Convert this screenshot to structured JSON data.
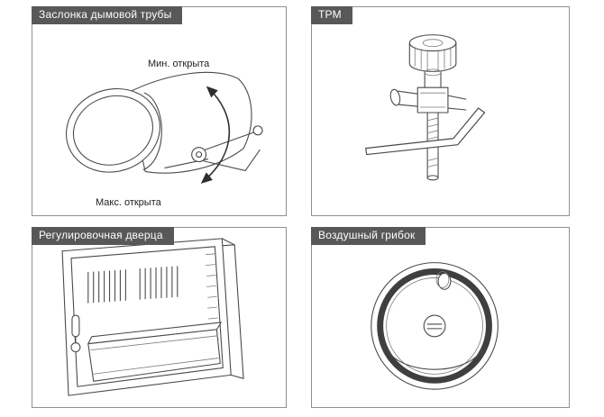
{
  "page": {
    "background": "#ffffff"
  },
  "panels": [
    {
      "id": "damper",
      "title": "Заслонка дымовой трубы",
      "annotations": {
        "min_open": "Мин. открыта",
        "max_open": "Макс. открыта"
      }
    },
    {
      "id": "trm",
      "title": "ТРМ"
    },
    {
      "id": "door",
      "title": "Регулировочная дверца"
    },
    {
      "id": "air-cap",
      "title": "Воздушный грибок"
    }
  ],
  "colors": {
    "header_bg": "#57585a",
    "header_text": "#ffffff",
    "panel_border": "#909090",
    "line_art": "#4a4a4a",
    "dark_ring": "#3f3f3f"
  }
}
